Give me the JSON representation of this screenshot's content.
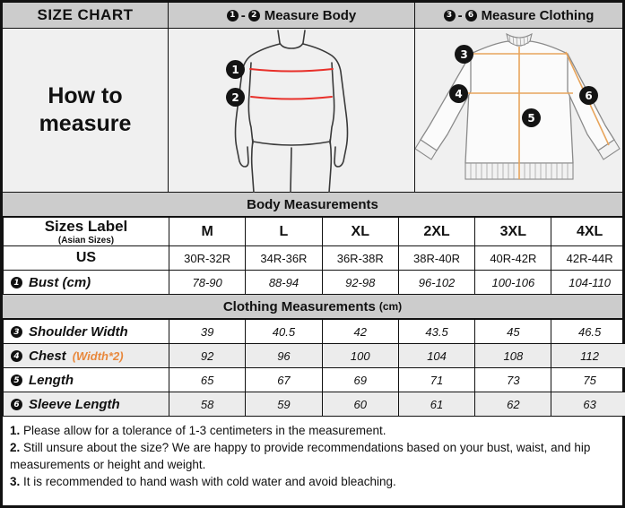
{
  "header": {
    "size_chart_title": "SIZE CHART",
    "measure_body": {
      "from": "1",
      "to": "2",
      "label": "Measure Body"
    },
    "measure_clothing": {
      "from": "3",
      "to": "6",
      "label": "Measure Clothing"
    }
  },
  "how_to_measure": "How to\nmeasure",
  "body_diagram": {
    "marker_1": "1",
    "marker_2": "2"
  },
  "clothing_diagram": {
    "marker_3": "3",
    "marker_4": "4",
    "marker_5": "5",
    "marker_6": "6"
  },
  "body_section": {
    "band_title": "Body Measurements",
    "sizes_label": "Sizes Label",
    "sizes_sublabel": "(Asian Sizes)",
    "us_label": "US",
    "bust_badge": "1",
    "bust_label": "Bust (cm)",
    "sizes": [
      "M",
      "L",
      "XL",
      "2XL",
      "3XL",
      "4XL"
    ],
    "us_values": [
      "30R-32R",
      "34R-36R",
      "36R-38R",
      "38R-40R",
      "40R-42R",
      "42R-44R"
    ],
    "bust_values": [
      "78-90",
      "88-94",
      "92-98",
      "96-102",
      "100-106",
      "104-110"
    ]
  },
  "clothing_section": {
    "band_title": "Clothing Measurements",
    "band_unit": "(cm)",
    "rows": [
      {
        "badge": "3",
        "label": "Shoulder Width",
        "note": "",
        "values": [
          "39",
          "40.5",
          "42",
          "43.5",
          "45",
          "46.5"
        ]
      },
      {
        "badge": "4",
        "label": "Chest",
        "note": "(Width*2)",
        "values": [
          "92",
          "96",
          "100",
          "104",
          "108",
          "112"
        ]
      },
      {
        "badge": "5",
        "label": "Length",
        "note": "",
        "values": [
          "65",
          "67",
          "69",
          "71",
          "73",
          "75"
        ]
      },
      {
        "badge": "6",
        "label": "Sleeve Length",
        "note": "",
        "values": [
          "58",
          "59",
          "60",
          "61",
          "62",
          "63"
        ]
      }
    ]
  },
  "notes": [
    {
      "num": "1.",
      "text": "Please allow for a tolerance of 1-3 centimeters in the measurement."
    },
    {
      "num": "2.",
      "text": "Still unsure about the size? We are happy to provide recommendations based on your bust, waist, and hip measurements or height and weight."
    },
    {
      "num": "3.",
      "text": "It is recommended to hand wash with cold water and avoid bleaching."
    }
  ],
  "colors": {
    "band_gray": "#cccccc",
    "panel_gray": "#f0f0f0",
    "accent_orange": "#e8883c",
    "measure_red": "#e8302a",
    "border": "#111111"
  }
}
